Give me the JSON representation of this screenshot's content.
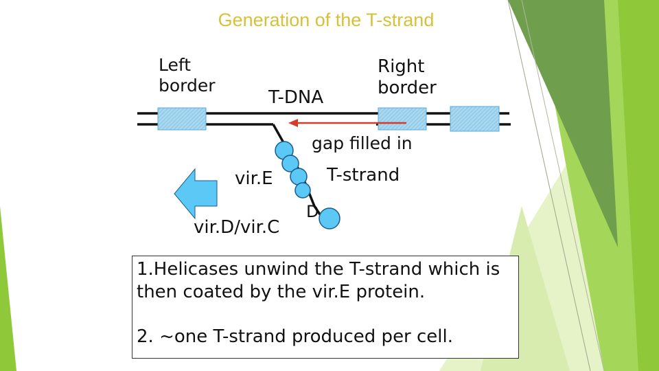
{
  "title": "Generation of the T-strand",
  "labels": {
    "left_border": "Left\nborder",
    "t_dna": "T-DNA",
    "right_border": "Right\nborder",
    "gap_filled": "gap filled in",
    "vir_e": "vir.E",
    "t_strand": "T-strand",
    "vir_dc": "vir.D/vir.C",
    "d": "D"
  },
  "notes": {
    "point1": "1.Helicases unwind the T-strand which is then coated by the vir.E protein.",
    "point2": "2. ~one T-strand produced per cell."
  },
  "colors": {
    "title": "#d6c13a",
    "protein": "#5bc8f5",
    "arrow": "#d63a2a",
    "border_box": "#a8d8f0",
    "green_dark": "#6ea54c",
    "green_light": "#9cd63a"
  }
}
